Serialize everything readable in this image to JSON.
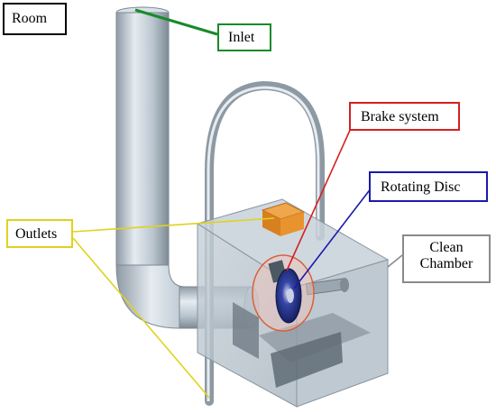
{
  "labels": {
    "room": "Room",
    "inlet": "Inlet",
    "brake_system": "Brake system",
    "rotating_disc": "Rotating Disc",
    "outlets": "Outlets",
    "clean_chamber_line1": "Clean",
    "clean_chamber_line2": "Chamber"
  },
  "colors": {
    "room": "#000000",
    "inlet": "#1a8a2a",
    "brake_system": "#d42020",
    "rotating_disc": "#1a1aaa",
    "outlets": "#e0d21e",
    "clean_chamber": "#8a8a8a",
    "duct": "#b7c4cf",
    "chamber": "#b3c0ca",
    "orange_box": "#e8932e"
  }
}
